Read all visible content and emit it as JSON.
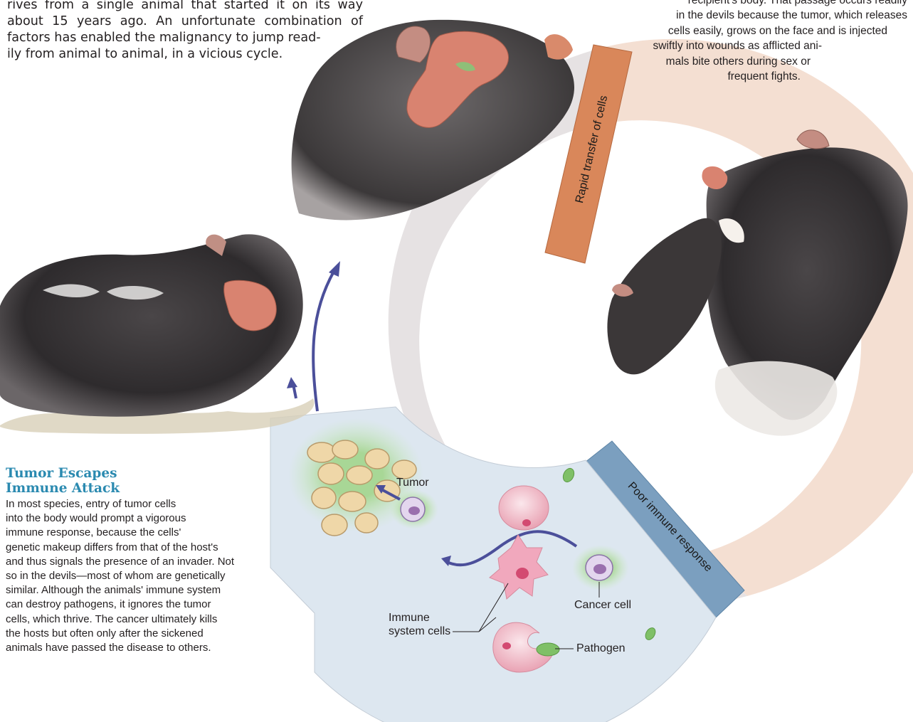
{
  "intro": {
    "lines": [
      "rives from a single animal that started it on its way",
      "about 15 years ago. An unfortunate combination of",
      "factors has enabled the malignancy to jump read-",
      "ily from animal to animal, in a vicious cycle."
    ]
  },
  "rapid_transfer_caption": {
    "lines": [
      "recipient's body. That passage occurs readily",
      "in the devils because the tumor, which releases",
      "cells easily, grows on the face and is injected",
      "swiftly into wounds as afflicted ani-",
      "mals bite others during sex or",
      "frequent fights."
    ]
  },
  "tumor_escapes": {
    "heading_lines": [
      "Tumor Escapes",
      "Immune Attack"
    ],
    "body_lines": [
      "In most species, entry of tumor cells",
      "into the body would prompt a vigorous",
      "immune response, because the cells'",
      "genetic makeup differs from that of the host's",
      "and thus signals the presence of an invader. Not",
      "so in the devils—most of whom are genetically",
      "similar. Although the animals' immune system",
      "can destroy pathogens, it ignores the tumor",
      "cells, which thrive. The cancer ultimately kills",
      "the hosts but often only after the sickened",
      "animals have passed the disease to others."
    ]
  },
  "cycle_labels": {
    "rapid_transfer": "Rapid transfer of cells",
    "poor_immune": "Poor immune response"
  },
  "cell_labels": {
    "tumor": "Tumor",
    "cancer_cell": "Cancer cell",
    "immune_cells_line1": "Immune",
    "immune_cells_line2": "system cells",
    "pathogen": "Pathogen"
  },
  "colors": {
    "ring": "#e6e2e3",
    "rapid_band": "#d9875a",
    "immune_band": "#7b9fbf",
    "inset_bg": "#dde7f0",
    "peach_wedge": "#f4dfd2",
    "arrow": "#4b4f9a",
    "heading": "#2b8ab0"
  }
}
